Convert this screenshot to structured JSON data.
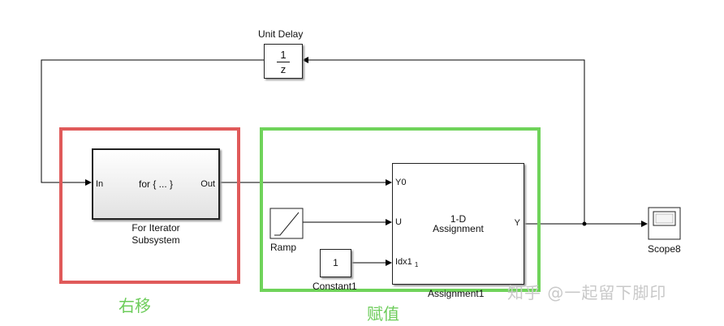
{
  "blocks": {
    "unit_delay": {
      "title": "Unit Delay",
      "numerator": "1",
      "denominator": "z"
    },
    "for_iterator": {
      "title_line1": "For Iterator",
      "title_line2": "Subsystem",
      "body": "for { ... }",
      "in_port": "In",
      "out_port": "Out"
    },
    "ramp": {
      "title": "Ramp"
    },
    "constant": {
      "title": "Constant1",
      "value": "1"
    },
    "assignment": {
      "title": "Assignment1",
      "body_line1": "1-D",
      "body_line2": "Assignment",
      "port_y0": "Y0",
      "port_u": "U",
      "port_idx": "Idx1",
      "port_idx_sub": "1",
      "port_y": "Y"
    },
    "scope": {
      "title": "Scope8"
    }
  },
  "annotations": {
    "red_label": "右移",
    "green_label": "赋值",
    "watermark": "知乎 @一起留下脚印"
  },
  "colors": {
    "red_box": "#e05a5a",
    "green_box": "#6fd35a",
    "line": "#000000"
  }
}
